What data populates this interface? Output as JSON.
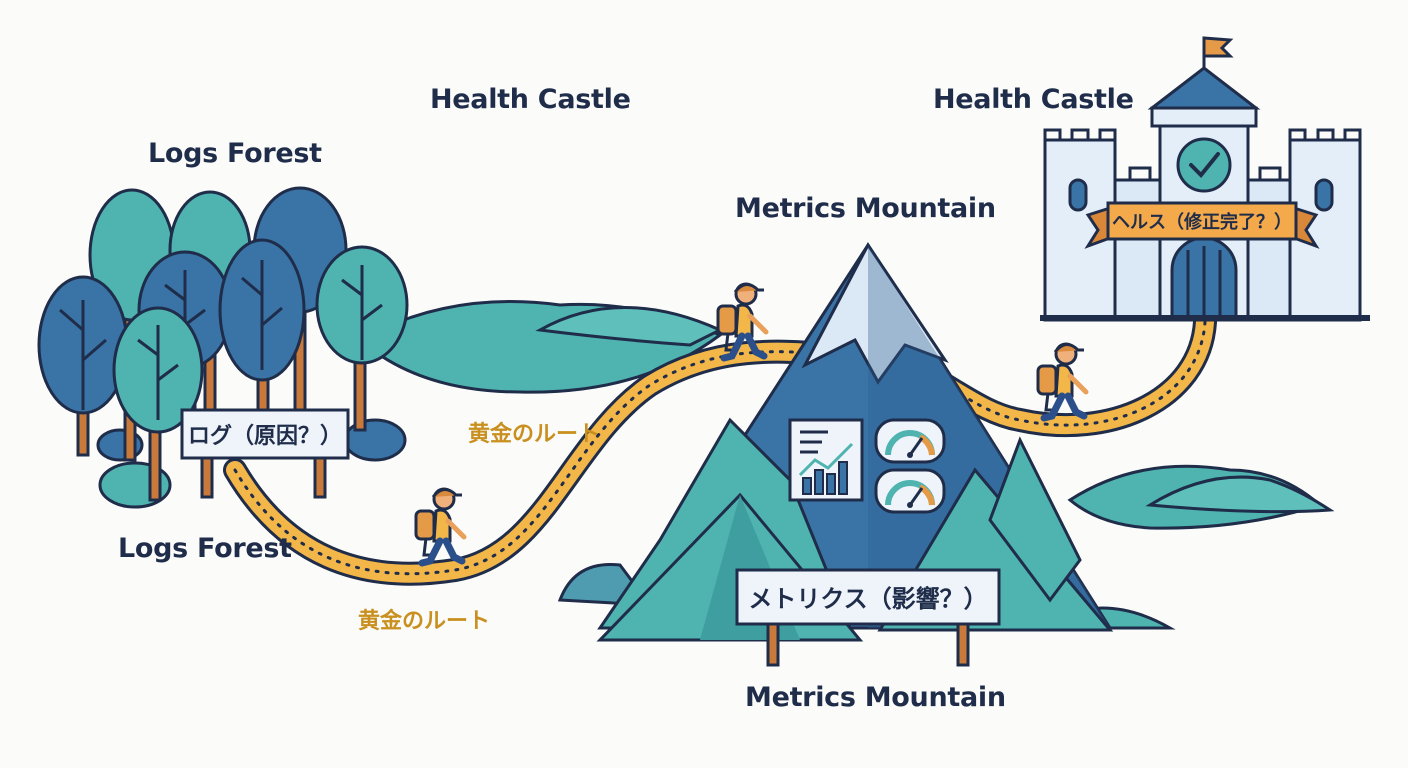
{
  "labels": {
    "health_castle_top_left": "Health Castle",
    "health_castle_top_right": "Health Castle",
    "logs_forest_top": "Logs Forest",
    "logs_forest_bottom": "Logs Forest",
    "metrics_mountain_top": "Metrics Mountain",
    "metrics_mountain_bottom": "Metrics Mountain",
    "golden_route_upper": "黄金のルート",
    "golden_route_lower": "黄金のルート"
  },
  "signs": {
    "logs": "ログ（原因？）",
    "metrics": "メトリクス（影響？）",
    "health": "ヘルス（修正完了？）"
  },
  "colors": {
    "outline": "#1f2d4a",
    "teal": "#4fb3b0",
    "blue": "#3a73a6",
    "route": "#f2b649",
    "castle": "#dbe8f5",
    "banner": "#f4a94b"
  },
  "icons": [
    "tree-icon",
    "hiker-icon",
    "bar-chart-icon",
    "gauge-icon",
    "checkmark-icon",
    "flag-icon"
  ]
}
